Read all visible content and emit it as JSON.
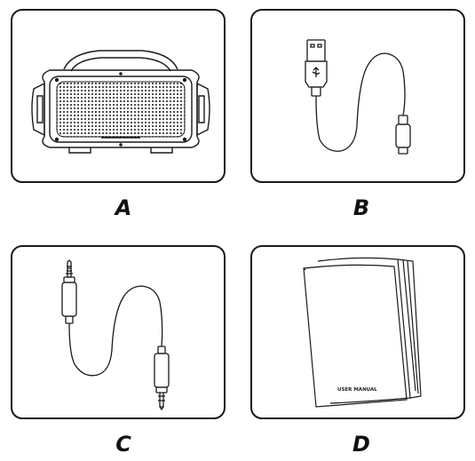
{
  "items": [
    {
      "key": "A",
      "label": "A",
      "icon": "bluetooth-speaker-icon"
    },
    {
      "key": "B",
      "label": "B",
      "icon": "usb-cable-icon"
    },
    {
      "key": "C",
      "label": "C",
      "icon": "aux-audio-cable-icon"
    },
    {
      "key": "D",
      "label": "D",
      "icon": "user-manual-icon",
      "book_text": "USER MANUAL"
    }
  ],
  "colors": {
    "stroke": "#1a1a1a",
    "background": "#ffffff"
  }
}
